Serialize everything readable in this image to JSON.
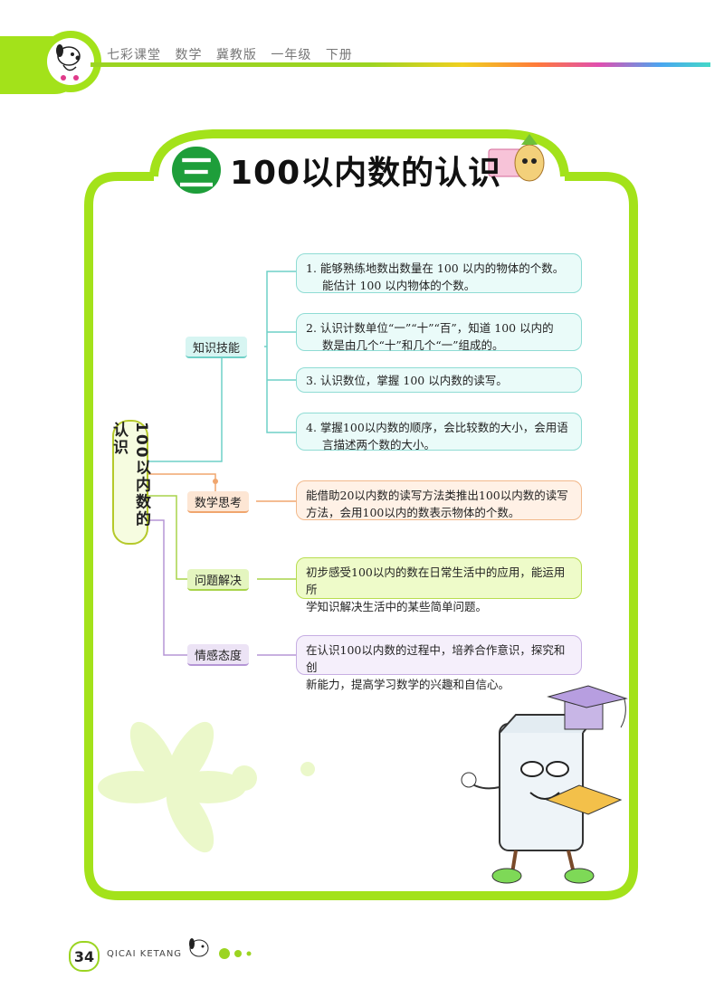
{
  "header": {
    "series": "七彩课堂",
    "subject": "数学",
    "edition": "冀教版",
    "grade": "一年级",
    "volume": "下册"
  },
  "title": {
    "number": "三",
    "text": "100以内数的认识"
  },
  "mindmap": {
    "root": "100以内数的认识",
    "categories": {
      "knowledge": "知识技能",
      "thinking": "数学思考",
      "problem": "问题解决",
      "emotion": "情感态度"
    },
    "knowledge_items": [
      {
        "num": "1.",
        "line1": "能够熟练地数出数量在 100 以内的物体的个数。",
        "line2": "能估计 100 以内物体的个数。"
      },
      {
        "num": "2.",
        "line1": "认识计数单位“一”“十”“百”，知道 100 以内的",
        "line2": "数是由几个“十”和几个“一”组成的。"
      },
      {
        "num": "3.",
        "line1": "认识数位，掌握 100 以内数的读写。",
        "line2": ""
      },
      {
        "num": "4.",
        "line1": "掌握100以内数的顺序，会比较数的大小，会用语",
        "line2": "言描述两个数的大小。"
      }
    ],
    "thinking_text": {
      "line1": "能借助20以内数的读写方法类推出100以内数的读写",
      "line2": "方法，会用100以内的数表示物体的个数。"
    },
    "problem_text": {
      "line1": "初步感受100以内的数在日常生活中的应用，能运用所",
      "line2": "学知识解决生活中的某些简单问题。"
    },
    "emotion_text": {
      "line1": "在认识100以内数的过程中，培养合作意识，探究和创",
      "line2": "新能力，提高学习数学的兴趣和自信心。"
    }
  },
  "footer": {
    "page_number": "34",
    "brand": "QICAI KETANG"
  },
  "colors": {
    "frame_green": "#a3e21a",
    "title_green": "#1e9e3a",
    "knowledge_teal": "#8fdcd4",
    "thinking_orange": "#f2b98b",
    "problem_green": "#b8dd50",
    "emotion_purple": "#c7aee3"
  }
}
